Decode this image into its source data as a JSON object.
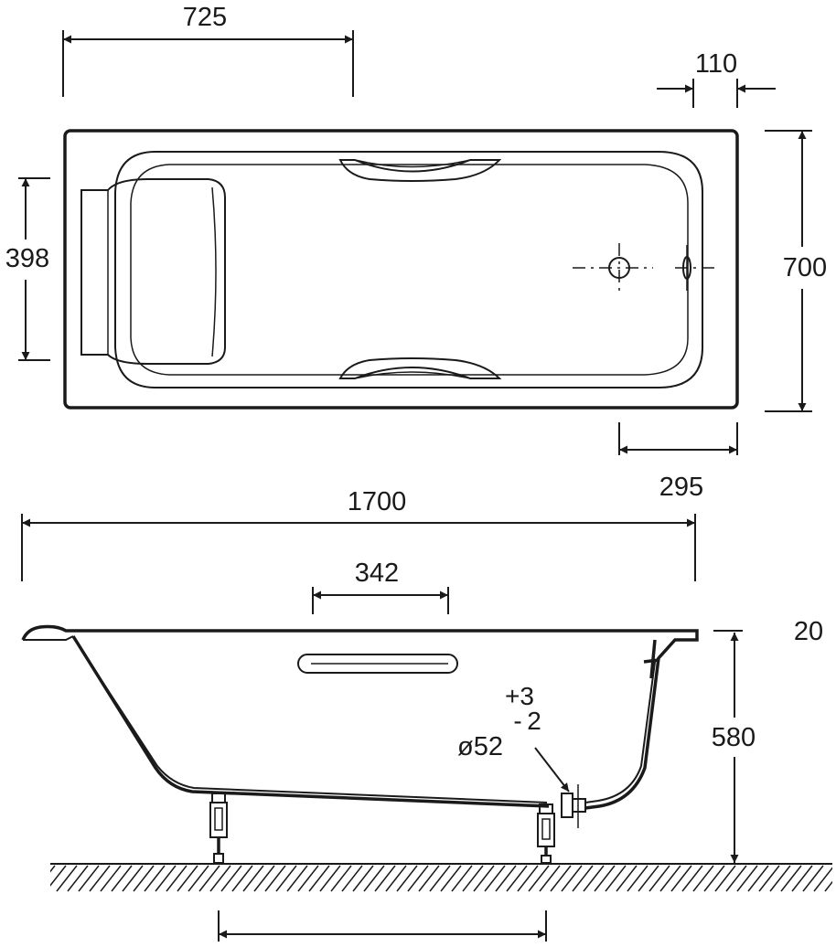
{
  "diagram": {
    "top_view": {
      "dimensions": {
        "d725": "725",
        "d110": "110",
        "d398": "398",
        "d700": "700",
        "d295": "295"
      }
    },
    "side_view": {
      "dimensions": {
        "d1700": "1700",
        "d342": "342",
        "d20": "20",
        "d580": "580"
      },
      "drain": {
        "diameter": "ø52",
        "tolerance_plus": "+3",
        "tolerance_minus_sign": "-",
        "tolerance_minus_value": "2"
      }
    }
  }
}
